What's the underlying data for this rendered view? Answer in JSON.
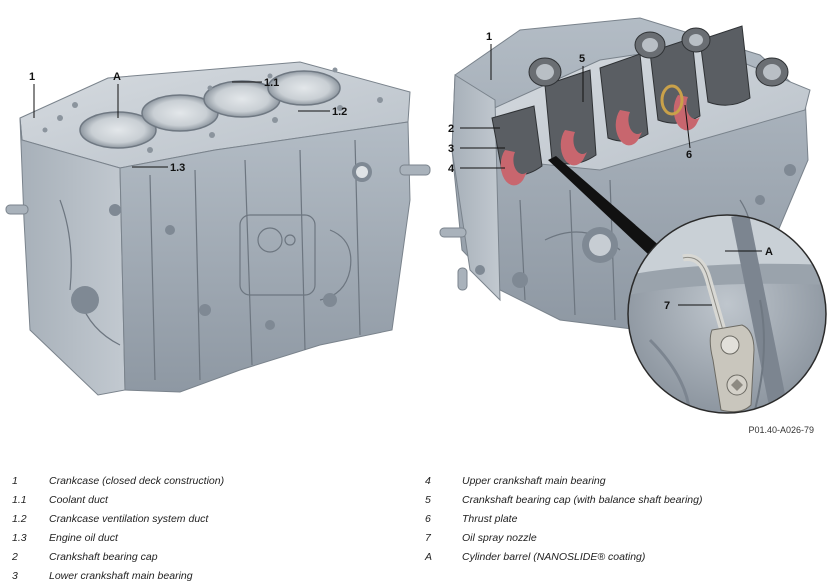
{
  "callouts": {
    "c1_left": "1",
    "cA_left": "A",
    "c11": "1.1",
    "c12": "1.2",
    "c13": "1.3",
    "c1_right": "1",
    "c5": "5",
    "c2": "2",
    "c3": "3",
    "c4": "4",
    "c6": "6",
    "cA_inset": "A",
    "c7": "7"
  },
  "reference_code": "P01.40-A026-79",
  "legend_left": [
    {
      "key": "1",
      "text": "Crankcase (closed deck construction)"
    },
    {
      "key": "1.1",
      "text": "Coolant duct"
    },
    {
      "key": "1.2",
      "text": "Crankcase ventilation system duct"
    },
    {
      "key": "1.3",
      "text": "Engine oil duct"
    },
    {
      "key": "2",
      "text": "Crankshaft bearing cap"
    },
    {
      "key": "3",
      "text": "Lower crankshaft main bearing"
    }
  ],
  "legend_right": [
    {
      "key": "4",
      "text": "Upper crankshaft main bearing"
    },
    {
      "key": "5",
      "text": "Crankshaft bearing cap (with balance shaft bearing)"
    },
    {
      "key": "6",
      "text": "Thrust plate"
    },
    {
      "key": "7",
      "text": "Oil spray nozzle"
    },
    {
      "key": "A",
      "text": "Cylinder barrel (NANOSLIDE® coating)"
    }
  ],
  "colors": {
    "metal_light": "#c4cbd2",
    "metal_mid": "#a9b2bb",
    "metal_dark": "#7f8994",
    "cap_dark": "#55585c",
    "bearing_red": "#c8666e"
  }
}
